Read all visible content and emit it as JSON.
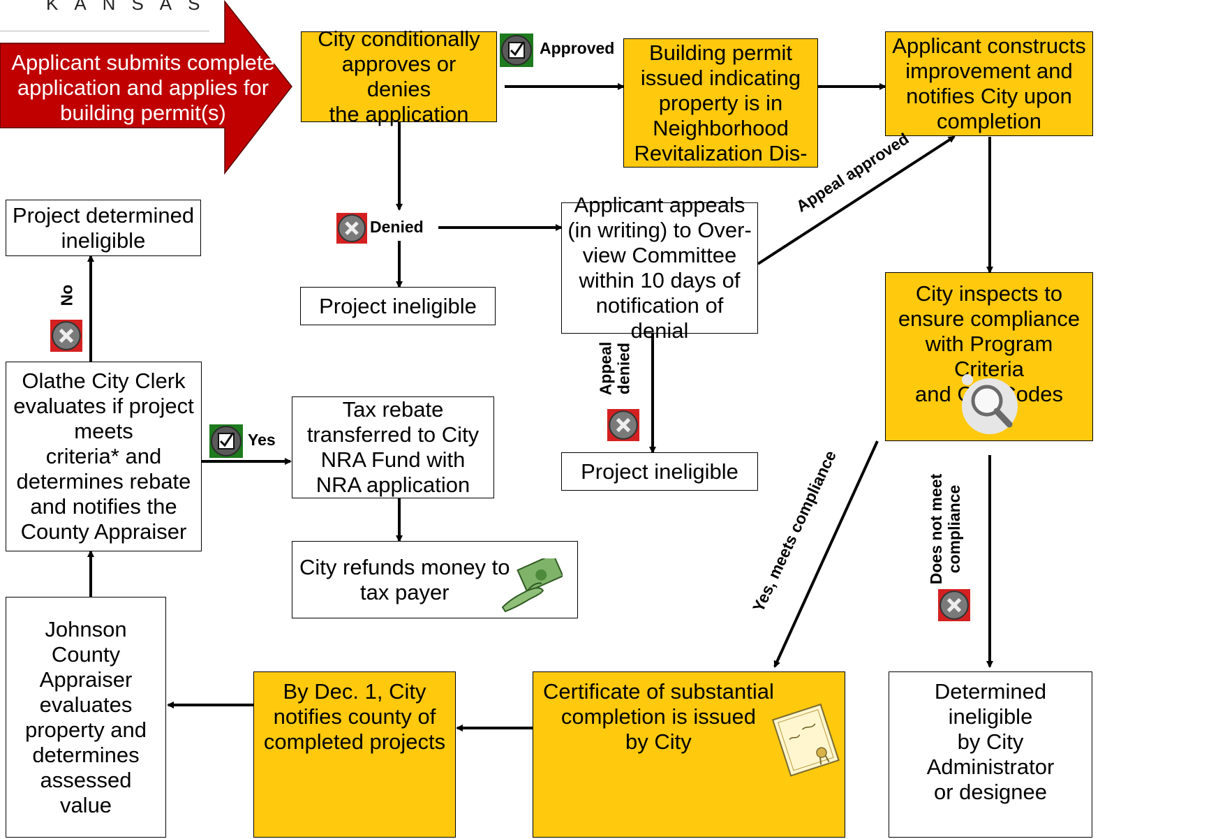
{
  "header": {
    "logo_text": "KANSAS"
  },
  "start_arrow": {
    "text": "Applicant submits complete\napplication and applies for\nbuilding permit(s)"
  },
  "nodes": {
    "conditional_approval": "City conditionally\napproves or denies\nthe application",
    "building_permit": "Building permit\nissued indicating\nproperty is in\nNeighborhood\nRevitalization Dis-",
    "constructs": "Applicant constructs\nimprovement and\nnotifies City upon\ncompletion",
    "determined_ineligible": "Project determined\nineligible",
    "project_ineligible_1": "Project ineligible",
    "appeal": "Applicant appeals\n(in writing) to Over-\nview Committee\nwithin 10 days of\nnotification of denial",
    "inspects": "City inspects to\nensure compliance\nwith Program Criteria\nand City Codes",
    "clerk": "Olathe City Clerk\nevaluates if project\nmeets\ncriteria* and\ndetermines rebate\nand notifies the\nCounty Appraiser",
    "tax_rebate": "Tax rebate\ntransferred to City\nNRA Fund with\nNRA application",
    "project_ineligible_2": "Project ineligible",
    "refunds": "City refunds money to\ntax payer",
    "appraiser": "Johnson County\nAppraiser\nevaluates\nproperty and\ndetermines\nassessed value",
    "notifies_county": "By Dec. 1, City\nnotifies county of\ncompleted projects",
    "certificate": "Certificate of substantial\ncompletion is issued\nby City",
    "admin_ineligible": "Determined ineligible\nby City Administrator\nor designee"
  },
  "labels": {
    "approved": "Approved",
    "denied": "Denied",
    "appeal_approved": "Appeal approved",
    "appeal_denied": "Appeal\ndenied",
    "no": "No",
    "yes": "Yes",
    "yes_meets": "Yes, meets compliance",
    "does_not_meet": "Does not meet\ncompliance"
  },
  "colors": {
    "start_arrow": "#C00000",
    "highlight_box": "#FFC90E",
    "approve_icon_bg": "#1E7A1E",
    "deny_icon_bg": "#D42020"
  },
  "icons": {
    "check": "check-icon",
    "x": "x-icon",
    "magnifier": "magnifier-icon",
    "money": "money-hand-icon",
    "certificate": "certificate-icon"
  }
}
